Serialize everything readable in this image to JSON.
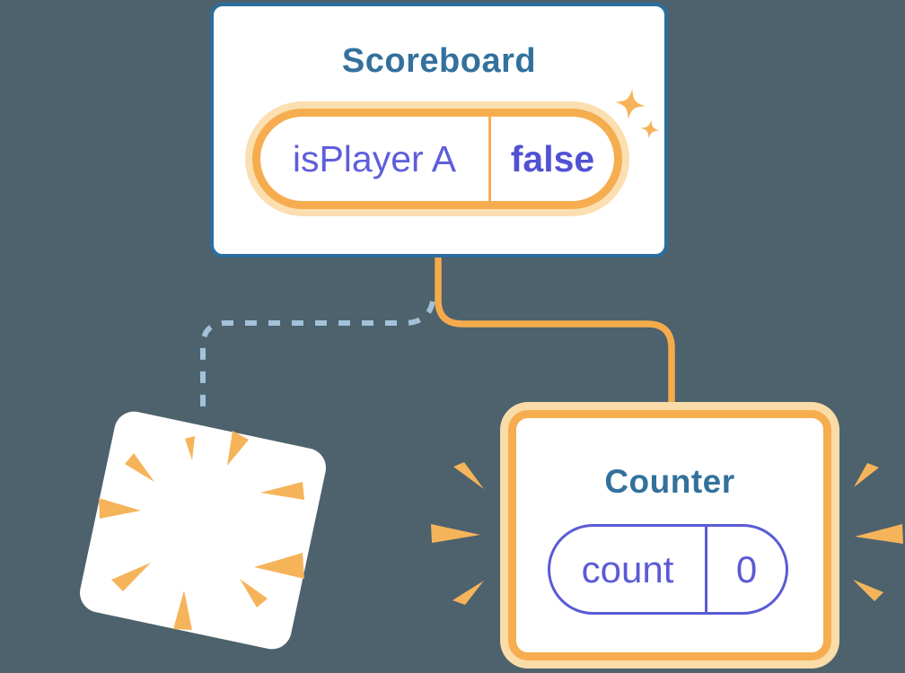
{
  "scoreboard": {
    "title": "Scoreboard",
    "state_pill": {
      "name": "isPlayer A",
      "value": "false"
    }
  },
  "counter": {
    "title": "Counter",
    "state_pill": {
      "name": "count",
      "value": "0"
    }
  },
  "icons": {
    "sparkles": "sparkle-stars-icon",
    "poof": "poof-burst-icon",
    "emphasis_left": "emphasis-rays-left-icon",
    "emphasis_right": "emphasis-rays-right-icon"
  },
  "colors": {
    "background": "#4D626D",
    "card_background": "#FFFFFF",
    "card_border_blue": "#2C6E9C",
    "title_teal": "#33719D",
    "orange": "#F6AD4F",
    "orange_glow": "#FADCA8",
    "purple": "#5B5BD6",
    "purple_bold_value": "#5151D4",
    "dashed_line_blue": "#A3C2DA",
    "burst_orange": "#F6B45A"
  }
}
